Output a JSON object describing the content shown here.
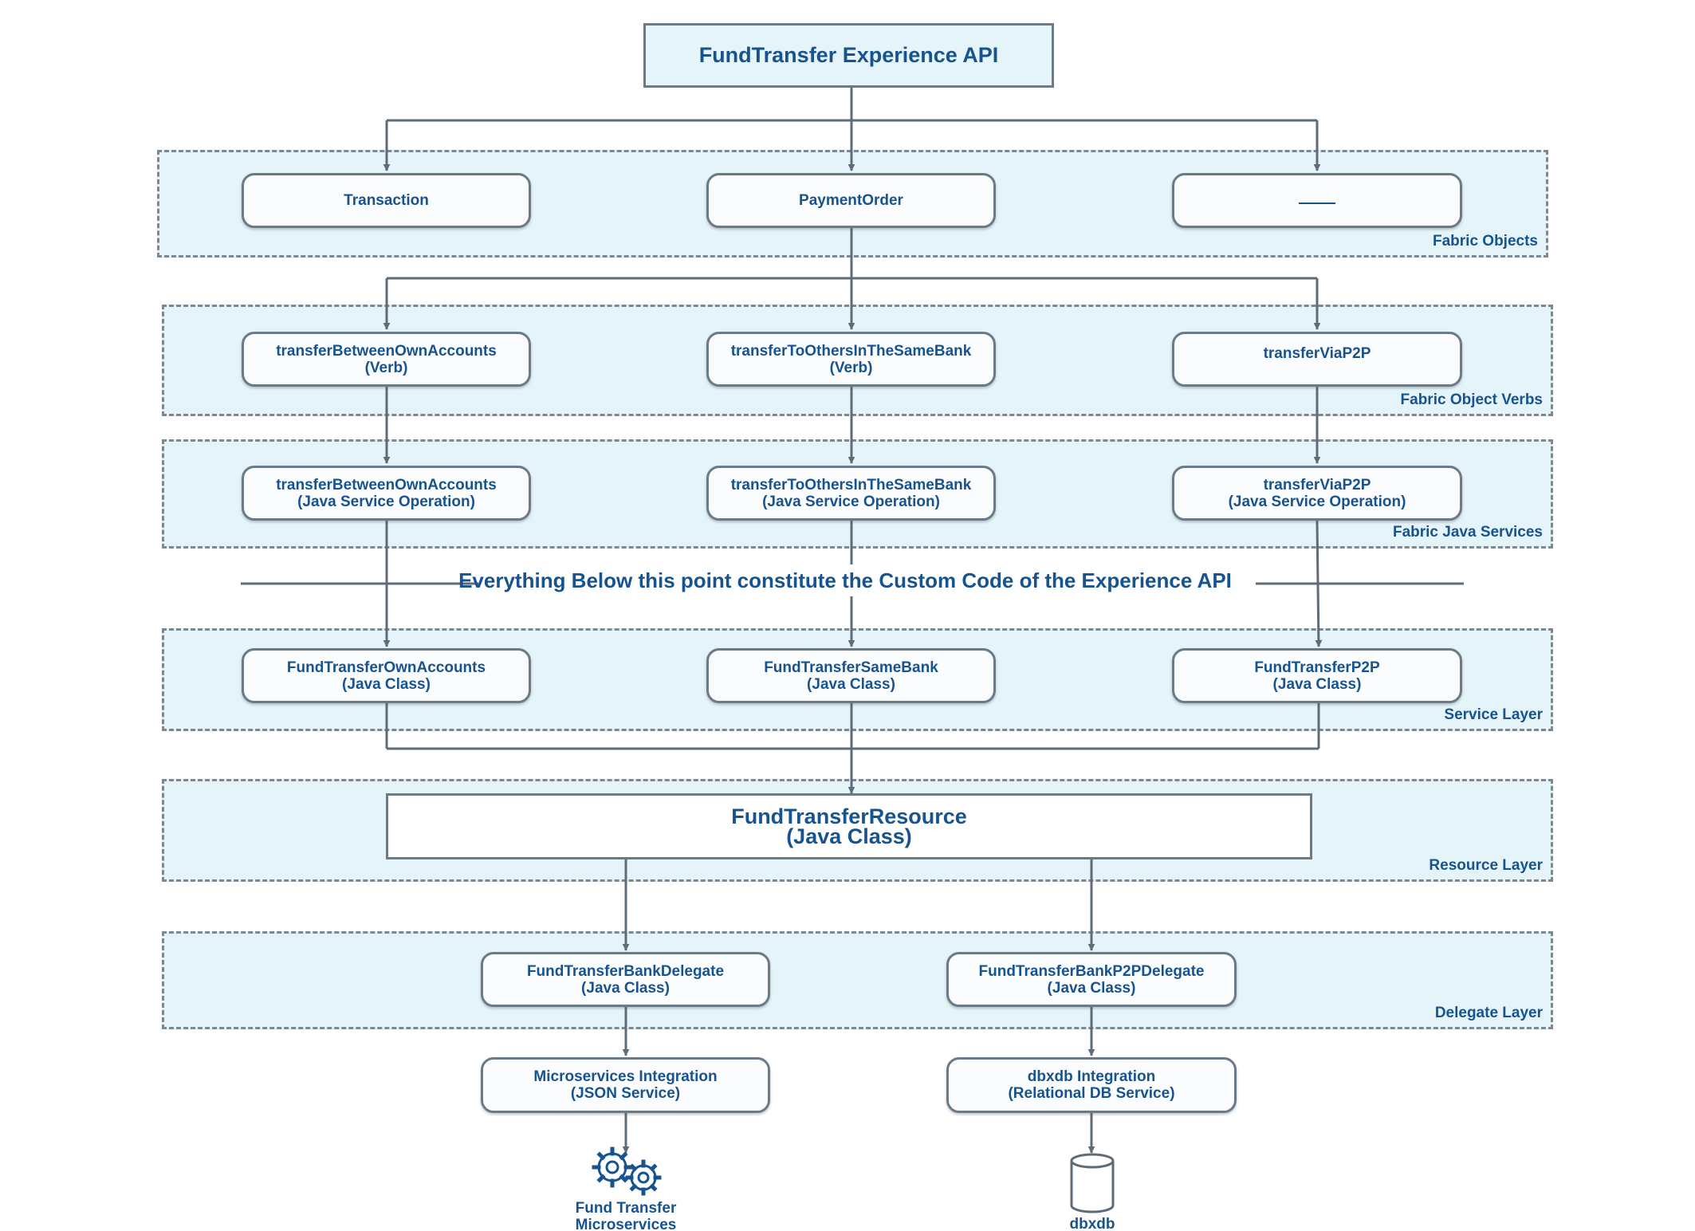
{
  "top": {
    "label": "FundTransfer Experience API"
  },
  "bands": {
    "fabric_objects": "Fabric Objects",
    "fabric_object_verbs": "Fabric Object Verbs",
    "fabric_java_services": "Fabric Java Services",
    "service_layer": "Service Layer",
    "resource_layer": "Resource Layer",
    "delegate_layer": "Delegate Layer"
  },
  "objects": {
    "transaction": "Transaction",
    "payment_order": "PaymentOrder",
    "unnamed": ""
  },
  "verbs": {
    "own_accounts": {
      "name": "transferBetweenOwnAccounts",
      "kind": "(Verb)"
    },
    "same_bank": {
      "name": "transferToOthersInTheSameBank",
      "kind": "(Verb)"
    },
    "p2p": {
      "name": "transferViaP2P",
      "kind": ""
    }
  },
  "java_services": {
    "own_accounts": {
      "name": "transferBetweenOwnAccounts",
      "kind": "(Java Service Operation)"
    },
    "same_bank": {
      "name": "transferToOthersInTheSameBank",
      "kind": "(Java Service Operation)"
    },
    "p2p": {
      "name": "transferViaP2P",
      "kind": "(Java Service Operation)"
    }
  },
  "divider": {
    "text": "Everything Below this point constitute the Custom Code of the Experience API"
  },
  "services": {
    "own_accounts": {
      "name": "FundTransferOwnAccounts",
      "kind": "(Java Class)"
    },
    "same_bank": {
      "name": "FundTransferSameBank",
      "kind": "(Java Class)"
    },
    "p2p": {
      "name": "FundTransferP2P",
      "kind": "(Java Class)"
    }
  },
  "resource": {
    "name": "FundTransferResource",
    "kind": "(Java Class)"
  },
  "delegates": {
    "bank": {
      "name": "FundTransferBankDelegate",
      "kind": "(Java Class)"
    },
    "p2p": {
      "name": "FundTransferBankP2PDelegate",
      "kind": "(Java Class)"
    }
  },
  "integrations": {
    "microservices": {
      "name": "Microservices Integration",
      "kind": "(JSON Service)"
    },
    "dbxdb": {
      "name": "dbxdb Integration",
      "kind": "(Relational DB Service)"
    }
  },
  "endpoints": {
    "microservices": {
      "line1": "Fund Transfer",
      "line2": "Microservices",
      "icon": "gears-icon"
    },
    "database": {
      "label": "dbxdb",
      "icon": "database-icon"
    }
  },
  "colors": {
    "text": "#17538f",
    "band_fill": "#e4f4f8",
    "connector": "#5e6b78"
  }
}
